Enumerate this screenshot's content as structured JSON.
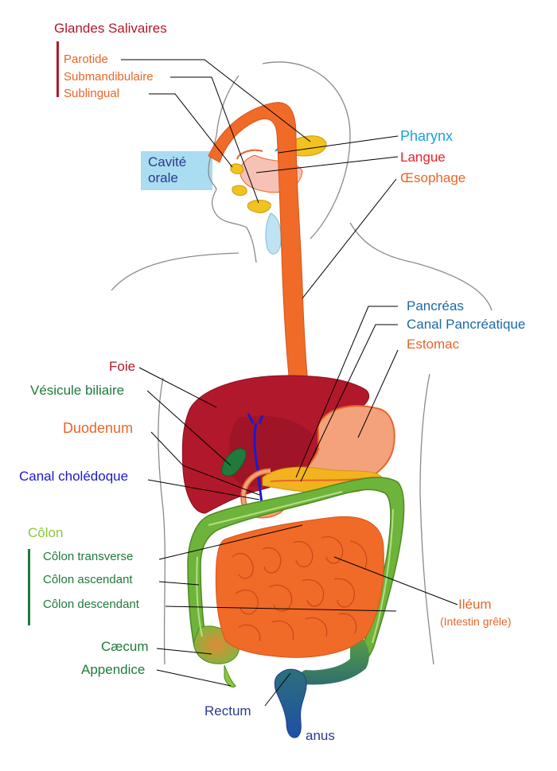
{
  "colors": {
    "salivary": "#b2182b",
    "salivary_parts": "#e8662a",
    "oral": "#2b3a8c",
    "pharynx": "#1aa3e0",
    "tongue": "#e8222a",
    "esophagus": "#e8662a",
    "pancreas": "#1b6aa8",
    "stomach": "#e8662a",
    "liver": "#b2182b",
    "gallbladder": "#1f7a3c",
    "duodenum": "#e8662a",
    "bile_duct": "#1a1ad0",
    "colon": "#8cc63f",
    "colon_parts": "#1f7a3c",
    "ileum": "#e8662a",
    "rectum": "#2b3a8c"
  },
  "labels": {
    "salivary_title": "Glandes Salivaires",
    "parotid": "Parotide",
    "submandibular": "Submandibulaire",
    "sublingual": "Sublingual",
    "oral_cavity_1": "Cavité",
    "oral_cavity_2": "orale",
    "pharynx": "Pharynx",
    "tongue": "Langue",
    "esophagus": "Œsophage",
    "pancreas": "Pancréas",
    "pancreatic_duct": "Canal Pancréatique",
    "stomach": "Estomac",
    "liver": "Foie",
    "gallbladder": "Vésicule biliaire",
    "duodenum": "Duodenum",
    "bile_duct": "Canal cholédoque",
    "colon_title": "Côlon",
    "transverse": "Côlon transverse",
    "ascending": "Côlon ascendant",
    "descending": "Côlon descendant",
    "ileum": "Iléum",
    "small_intestine": "(Intestin grêle)",
    "cecum": "Cæcum",
    "appendix": "Appendice",
    "rectum": "Rectum",
    "anus": "anus"
  }
}
